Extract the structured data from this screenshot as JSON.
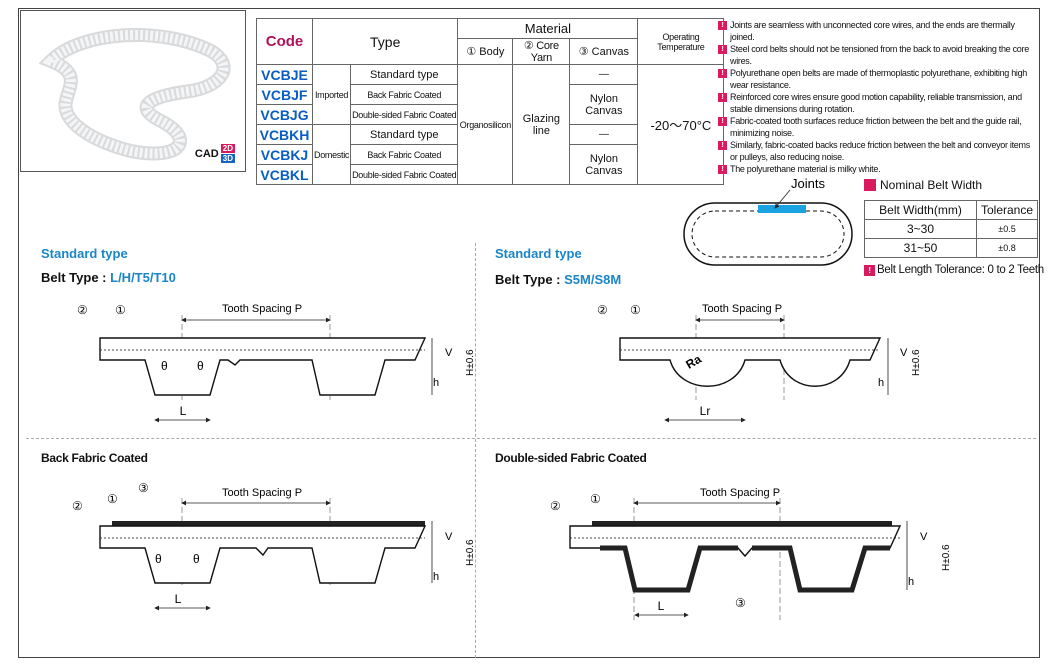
{
  "cad": {
    "label": "CAD",
    "d2": "2D",
    "d3": "3D"
  },
  "table": {
    "headers": {
      "code": "Code",
      "type": "Type",
      "material": "Material",
      "body": "① Body",
      "core": "② Core Yarn",
      "canvas": "③ Canvas",
      "temp": "Operating Temperature"
    },
    "rows": [
      {
        "code": "VCBJE",
        "type": "Standard type",
        "canvas": "—"
      },
      {
        "code": "VCBJF",
        "type": "Back Fabric Coated"
      },
      {
        "code": "VCBJG",
        "type": "Double-sided Fabric Coated"
      },
      {
        "code": "VCBKH",
        "type": "Standard type",
        "canvas": "—"
      },
      {
        "code": "VCBKJ",
        "type": "Back Fabric Coated"
      },
      {
        "code": "VCBKL",
        "type": "Double-sided Fabric Coated"
      }
    ],
    "imported": "Imported",
    "domestic": "Domestic",
    "body_value": "Organosilicon",
    "core_value": "Glazing line",
    "canvas_value": "Nylon Canvas",
    "temp_value": "-20～70°C"
  },
  "notes": [
    "Joints are seamless with unconnected core wires, and the ends are thermally joined.",
    "Steel cord belts should not be tensioned from the back to avoid breaking the core wires.",
    "Polyurethane open belts are made of thermoplastic polyurethane, exhibiting high wear resistance.",
    "Reinforced core wires ensure good motion capability, reliable transmission, and stable dimensions during rotation.",
    "Fabric-coated tooth surfaces reduce friction between the belt and the guide rail, minimizing noise.",
    "Similarly, fabric-coated backs reduce friction between the belt and conveyor items or pulleys, also reducing noise.",
    "The polyurethane material is milky white."
  ],
  "note_icon": "!",
  "joints_label": "Joints",
  "nominal": {
    "title": "Nominal Belt Width",
    "col1": "Belt Width(mm)",
    "col2": "Tolerance",
    "rows": [
      {
        "w": "3~30",
        "t": "±0.5"
      },
      {
        "w": "31~50",
        "t": "±0.8"
      }
    ],
    "length_tol": "Belt Length Tolerance: 0 to 2 Teeth"
  },
  "sections": {
    "std1_title": "Standard type",
    "std1_belt_label": "Belt Type :",
    "std1_belt_value": "L/H/T5/T10",
    "std2_title": "Standard type",
    "std2_belt_label": "Belt Type :",
    "std2_belt_value": "S5M/S8M",
    "back_title": "Back Fabric Coated",
    "double_title": "Double-sided Fabric Coated"
  },
  "dims": {
    "pitch": "Tooth Spacing P",
    "c1": "①",
    "c2": "②",
    "c3": "③",
    "theta": "θ",
    "L": "L",
    "Lr": "Lr",
    "Ra": "Ra",
    "V": "V",
    "h": "h",
    "H": "H±0.6"
  },
  "colors": {
    "accent": "#1a86c7",
    "code": "#0a5ec2",
    "pink": "#d81b60",
    "jointBlue": "#1aa3e0"
  }
}
